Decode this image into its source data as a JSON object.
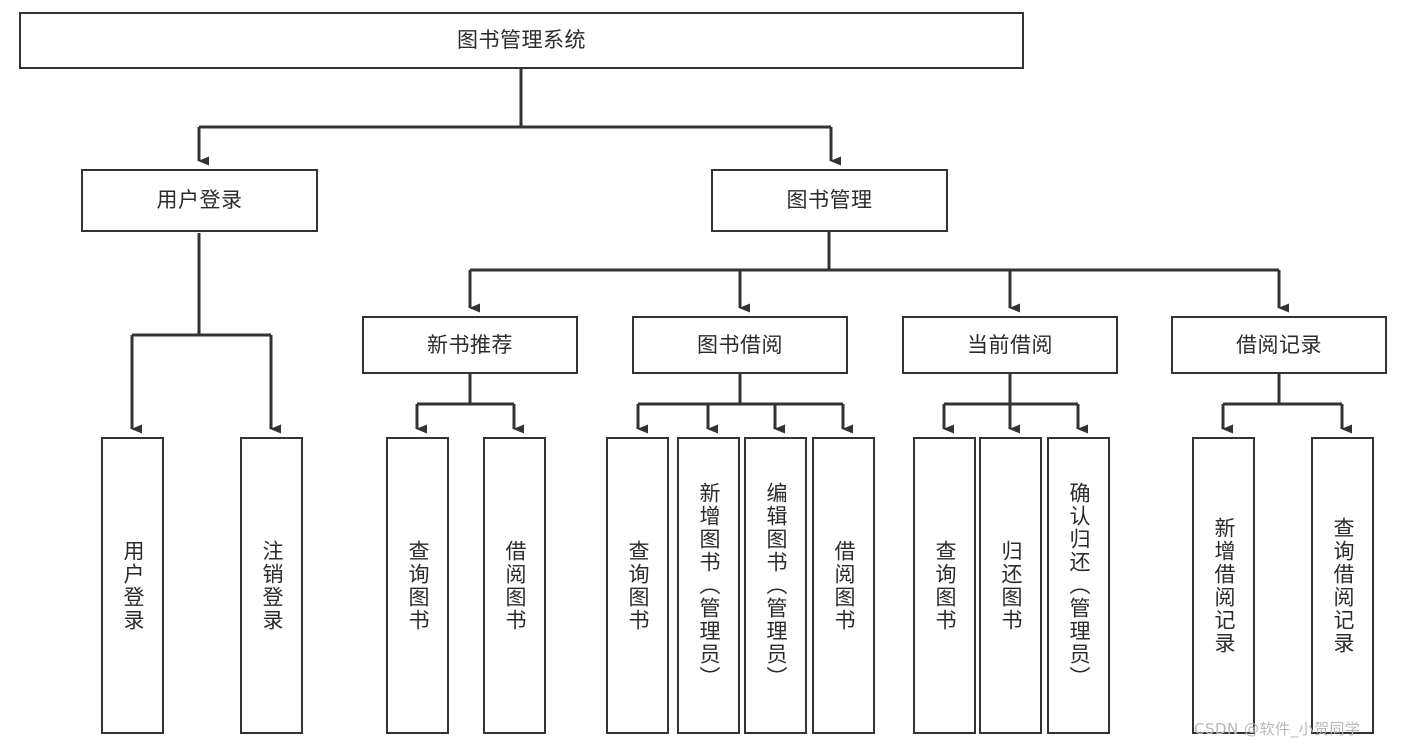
{
  "diagram": {
    "type": "hierarchy-tree",
    "title": "图书管理系统",
    "levels": {
      "root": {
        "label": "图书管理系统"
      },
      "level2": [
        {
          "label": "用户登录"
        },
        {
          "label": "图书管理"
        }
      ],
      "level3": [
        {
          "label": "新书推荐"
        },
        {
          "label": "图书借阅"
        },
        {
          "label": "当前借阅"
        },
        {
          "label": "借阅记录"
        }
      ],
      "leaves": [
        {
          "label": "用户登录",
          "parent": "用户登录"
        },
        {
          "label": "注销登录",
          "parent": "用户登录"
        },
        {
          "label": "查询图书",
          "parent": "新书推荐"
        },
        {
          "label": "借阅图书",
          "parent": "新书推荐"
        },
        {
          "label": "查询图书",
          "parent": "图书借阅"
        },
        {
          "label": "新增图书（管理员）",
          "parent": "图书借阅"
        },
        {
          "label": "编辑图书（管理员）",
          "parent": "图书借阅"
        },
        {
          "label": "借阅图书",
          "parent": "图书借阅"
        },
        {
          "label": "查询图书",
          "parent": "当前借阅"
        },
        {
          "label": "归还图书",
          "parent": "当前借阅"
        },
        {
          "label": "确认归还（管理员）",
          "parent": "当前借阅"
        },
        {
          "label": "新增借阅记录",
          "parent": "借阅记录"
        },
        {
          "label": "查询借阅记录",
          "parent": "借阅记录"
        }
      ]
    },
    "colors": {
      "border": "#333333",
      "text": "#2b2b2b",
      "background": "#ffffff",
      "connector": "#333333",
      "watermark": "#b8b8b8"
    }
  },
  "watermark": {
    "text": "CSDN @软件_小贺同学"
  }
}
